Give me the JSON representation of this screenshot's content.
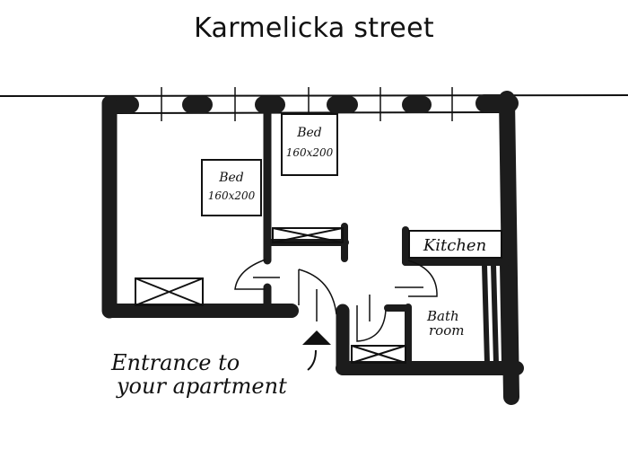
{
  "title": "Karmelicka street",
  "colors": {
    "wall": "#1c1c1c",
    "line": "#111111",
    "background": "#ffffff"
  },
  "labels": {
    "bed1": {
      "name": "Bed",
      "size": "160x200"
    },
    "bed2": {
      "name": "Bed",
      "size": "160x200"
    },
    "kitchen": "Kitchen",
    "bathroom_line1": "Bath",
    "bathroom_line2": "room",
    "entrance_line1": "Entrance to",
    "entrance_line2": "your apartment"
  }
}
